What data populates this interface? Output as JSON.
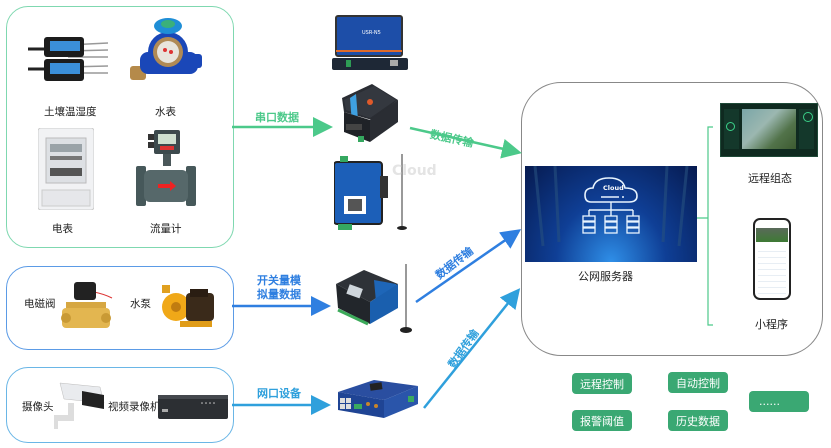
{
  "sensors_group": {
    "items": [
      {
        "label": "土壤温湿度",
        "icon": "soil-sensor-icon"
      },
      {
        "label": "水表",
        "icon": "water-meter-icon"
      },
      {
        "label": "电表",
        "icon": "electric-meter-icon"
      },
      {
        "label": "流量计",
        "icon": "flowmeter-icon"
      }
    ]
  },
  "actuators_group": {
    "items": [
      {
        "label": "电磁阀",
        "icon": "solenoid-valve-icon"
      },
      {
        "label": "水泵",
        "icon": "water-pump-icon"
      }
    ]
  },
  "video_group": {
    "items": [
      {
        "label": "摄像头",
        "icon": "camera-icon"
      },
      {
        "label": "视频录像机",
        "icon": "nvr-icon"
      }
    ]
  },
  "links": {
    "serial": "串口数据",
    "switch_analog_line1": "开关量模",
    "switch_analog_line2": "拟量数据",
    "ethernet": "网口设备",
    "transfer1": "数据传输",
    "transfer2": "数据传输",
    "transfer3": "数据传输"
  },
  "colors": {
    "green": "#4cc98a",
    "blue": "#2f7fe0",
    "light_blue": "#2fa0dc",
    "tag_green": "#3aa873"
  },
  "gateway_watermark": "Cloud",
  "server": {
    "label": "公网服务器",
    "cloud_text": "Cloud"
  },
  "clients": [
    {
      "label": "远程组态"
    },
    {
      "label": "小程序"
    }
  ],
  "features": [
    {
      "label": "远程控制"
    },
    {
      "label": "自动控制"
    },
    {
      "label": "报警阈值"
    },
    {
      "label": "历史数据"
    },
    {
      "label": "......"
    }
  ]
}
